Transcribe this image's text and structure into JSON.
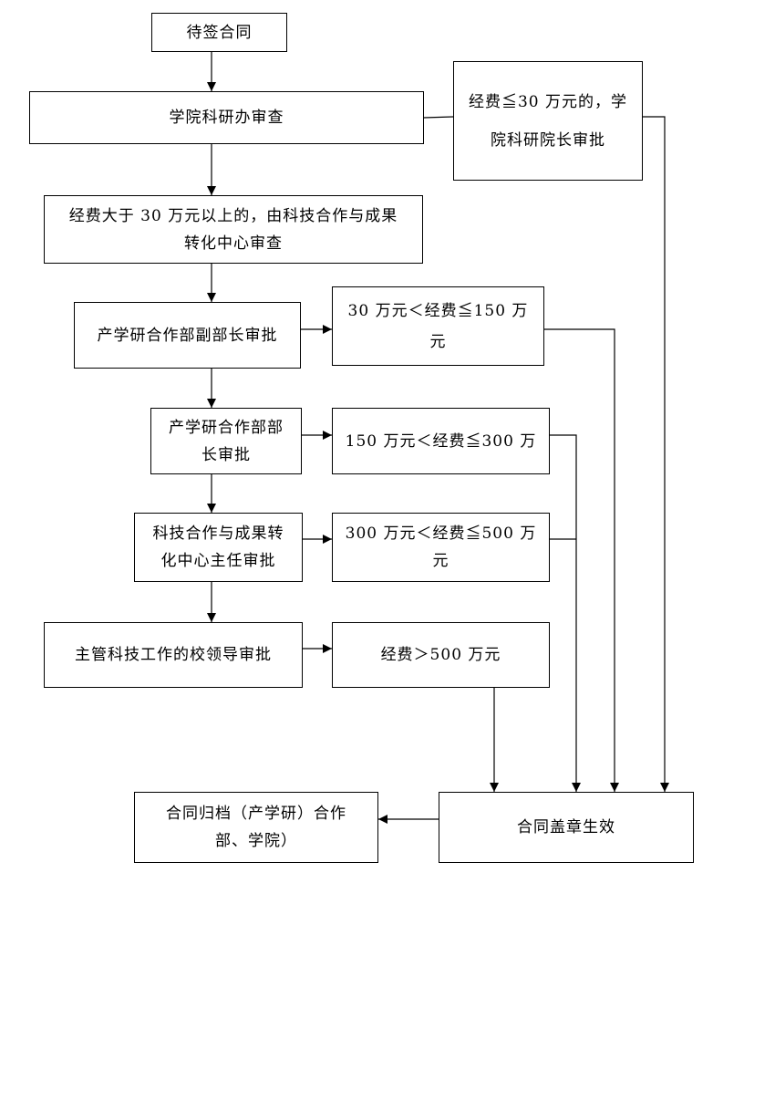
{
  "nodes": {
    "pending_contract": "待签合同",
    "college_office_review": "学院科研办审查",
    "dean_approval": "经费≦30 万元的，学\n院科研院长审批",
    "center_review": "经费大于  30  万元以上的，由科技合作与成果\n转化中心审查",
    "deputy_director_approval": "产学研合作部副部长审批",
    "range_30_150": "30 万元＜经费≦150 万\n元",
    "director_approval": "产学研合作部部\n长审批",
    "range_150_300": "150 万元＜经费≦300 万",
    "center_director_approval": "科技合作与成果转\n化中心主任审批",
    "range_300_500": "300 万元＜经费≦500 万元",
    "leader_approval": "主管科技工作的校领导审批",
    "range_over_500": "经费＞500 万元",
    "contract_effective": "合同盖章生效",
    "contract_archive": "合同归档（产学研）合作\n部、学院）"
  }
}
